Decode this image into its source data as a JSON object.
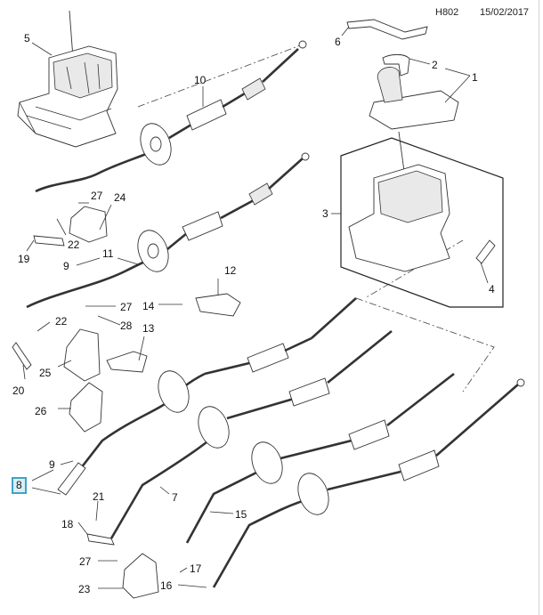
{
  "header": {
    "diagram_code": "H802",
    "date": "15/02/2017"
  },
  "highlight_color": "#3fa3c4",
  "callouts": [
    {
      "id": "1",
      "label": "1"
    },
    {
      "id": "2",
      "label": "2"
    },
    {
      "id": "3",
      "label": "3"
    },
    {
      "id": "4",
      "label": "4"
    },
    {
      "id": "5",
      "label": "5"
    },
    {
      "id": "6",
      "label": "6"
    },
    {
      "id": "7",
      "label": "7"
    },
    {
      "id": "8",
      "label": "8",
      "selected": true
    },
    {
      "id": "9a",
      "label": "9"
    },
    {
      "id": "9b",
      "label": "9"
    },
    {
      "id": "10",
      "label": "10"
    },
    {
      "id": "11",
      "label": "11"
    },
    {
      "id": "12",
      "label": "12"
    },
    {
      "id": "13",
      "label": "13"
    },
    {
      "id": "14",
      "label": "14"
    },
    {
      "id": "15",
      "label": "15"
    },
    {
      "id": "16",
      "label": "16"
    },
    {
      "id": "17",
      "label": "17"
    },
    {
      "id": "18",
      "label": "18"
    },
    {
      "id": "19",
      "label": "19"
    },
    {
      "id": "20",
      "label": "20"
    },
    {
      "id": "21",
      "label": "21"
    },
    {
      "id": "22a",
      "label": "22"
    },
    {
      "id": "22b",
      "label": "22"
    },
    {
      "id": "23",
      "label": "23"
    },
    {
      "id": "24",
      "label": "24"
    },
    {
      "id": "25",
      "label": "25"
    },
    {
      "id": "26",
      "label": "26"
    },
    {
      "id": "27a",
      "label": "27"
    },
    {
      "id": "27b",
      "label": "27"
    },
    {
      "id": "27c",
      "label": "27"
    },
    {
      "id": "28",
      "label": "28"
    }
  ]
}
